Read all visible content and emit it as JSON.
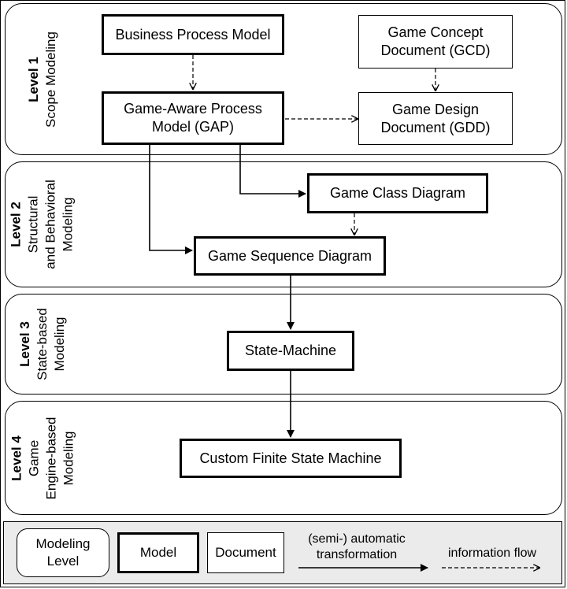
{
  "levels": [
    {
      "level": "Level 1",
      "description": "Scope Modeling"
    },
    {
      "level": "Level 2",
      "description": "Structural and Behavioral Modeling",
      "lines": [
        "Structural",
        "and",
        "Behavioral",
        "Modeling"
      ]
    },
    {
      "level": "Level 3",
      "description": "State-based Modeling",
      "lines": [
        "State-based",
        "Modeling"
      ]
    },
    {
      "level": "Level 4",
      "description": "Game Engine-based Modeling",
      "lines": [
        "Game",
        "Engine-based",
        "Modeling"
      ]
    }
  ],
  "nodes": {
    "bpm": {
      "lines": [
        "Business Process Model"
      ],
      "type": "model"
    },
    "gcd": {
      "lines": [
        "Game Concept",
        "Document (GCD)"
      ],
      "type": "document"
    },
    "gap": {
      "lines": [
        "Game-Aware Process",
        "Model (GAP)"
      ],
      "type": "model"
    },
    "gdd": {
      "lines": [
        "Game Design",
        "Document (GDD)"
      ],
      "type": "document"
    },
    "gcld": {
      "lines": [
        "Game Class Diagram"
      ],
      "type": "model"
    },
    "gsd": {
      "lines": [
        "Game Sequence Diagram"
      ],
      "type": "model"
    },
    "sm": {
      "lines": [
        "State-Machine"
      ],
      "type": "model"
    },
    "cfsm": {
      "lines": [
        "Custom Finite State Machine"
      ],
      "type": "model"
    }
  },
  "edges": [
    {
      "from": "bpm",
      "to": "gap",
      "style": "information flow"
    },
    {
      "from": "gcd",
      "to": "gdd",
      "style": "information flow"
    },
    {
      "from": "gap",
      "to": "gdd",
      "style": "information flow"
    },
    {
      "from": "gap",
      "to": "gcld",
      "style": "automatic transformation"
    },
    {
      "from": "gap",
      "to": "gsd",
      "style": "automatic transformation"
    },
    {
      "from": "gcld",
      "to": "gsd",
      "style": "information flow"
    },
    {
      "from": "gsd",
      "to": "sm",
      "style": "automatic transformation"
    },
    {
      "from": "sm",
      "to": "cfsm",
      "style": "automatic transformation"
    }
  ],
  "legend": {
    "modeling_level": [
      "Modeling",
      "Level"
    ],
    "model": "Model",
    "document": "Document",
    "transformation": [
      "(semi-) automatic",
      "transformation"
    ],
    "information_flow": "information flow"
  }
}
